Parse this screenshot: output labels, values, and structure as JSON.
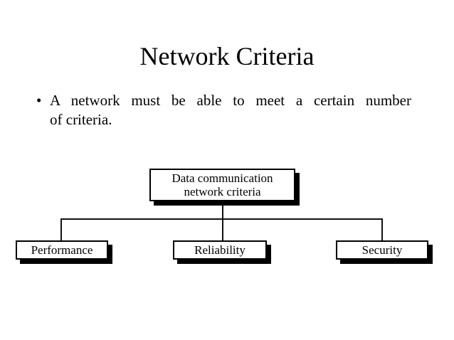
{
  "slide": {
    "title": "Network Criteria",
    "bullet": {
      "marker": "•",
      "line1": "A network must be able to meet a certain number",
      "line2": "of criteria."
    }
  },
  "diagram": {
    "root": {
      "label_line1": "Data communication",
      "label_line2": "network criteria"
    },
    "children": [
      {
        "label": "Performance"
      },
      {
        "label": "Reliability"
      },
      {
        "label": "Security"
      }
    ]
  },
  "colors": {
    "background": "#ffffff",
    "text": "#000000",
    "box_border": "#000000",
    "box_shadow": "#000000",
    "connector_line": "#111111"
  }
}
